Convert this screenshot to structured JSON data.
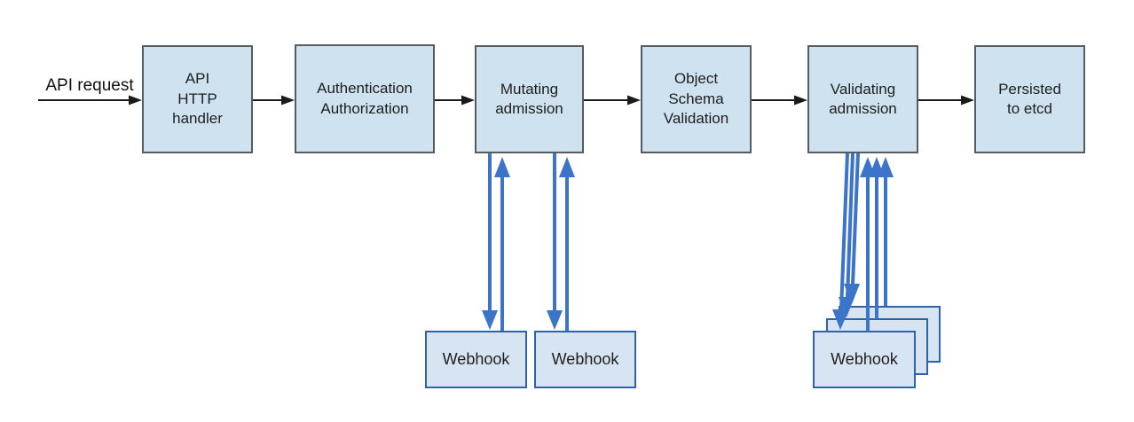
{
  "diagram": {
    "api_request_label": "API request",
    "flow_boxes": [
      {
        "id": "api-http-handler",
        "label": "API\nHTTP\nhandler"
      },
      {
        "id": "authentication-authorization",
        "label": "Authentication\nAuthorization"
      },
      {
        "id": "mutating-admission",
        "label": "Mutating\nadmission"
      },
      {
        "id": "object-schema-validation",
        "label": "Object\nSchema\nValidation"
      },
      {
        "id": "validating-admission",
        "label": "Validating\nadmission"
      },
      {
        "id": "persisted-to-etcd",
        "label": "Persisted\nto etcd"
      }
    ],
    "mutating_webhooks": [
      {
        "label": "Webhook"
      },
      {
        "label": "Webhook"
      }
    ],
    "validating_webhook_stack": [
      {
        "label": "Webhook"
      },
      {
        "label": "Webhook"
      },
      {
        "label": "Webhook"
      }
    ],
    "colors": {
      "box_fill": "#cfe2f0",
      "box_border": "#565b60",
      "webhook_fill": "#d7e5f3",
      "webhook_border": "#2f62a8",
      "flow_arrow": "#1a1a1a",
      "webhook_arrow": "#3c74c9",
      "text": "#1e1e1e",
      "background": "#ffffff"
    }
  }
}
